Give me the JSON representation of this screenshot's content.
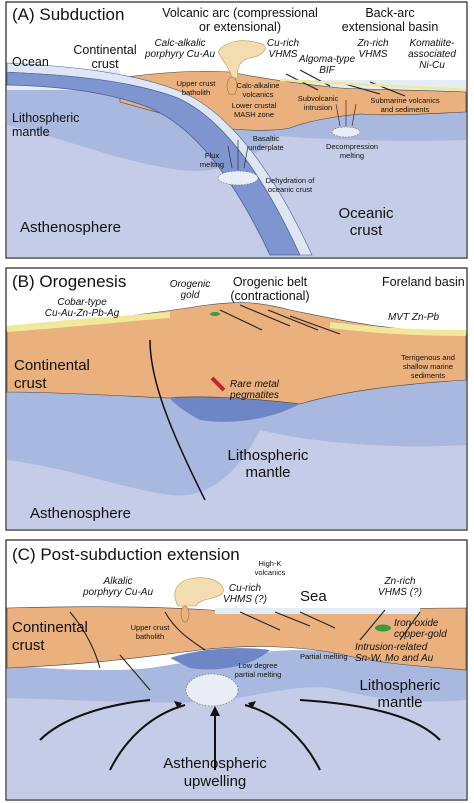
{
  "panel_a": {
    "title": "(A) Subduction",
    "volcanic_arc": [
      "Volcanic arc (compressional",
      "or extensional)"
    ],
    "back_arc": [
      "Back-arc",
      "extensional basin"
    ],
    "ocean": "Ocean",
    "continental_crust": [
      "Continental",
      "crust"
    ],
    "calc_alkalic": [
      "Calc-alkalic",
      "porphyry Cu-Au"
    ],
    "cu_rich_vhms": [
      "Cu-rich",
      "VHMS"
    ],
    "algoma": [
      "Algoma-type",
      "BIF"
    ],
    "zn_rich_vhms": [
      "Zn-rich",
      "VHMS"
    ],
    "komatiite": [
      "Komatiite-",
      "associated",
      "Ni-Cu"
    ],
    "upper_crust_batholith": [
      "Upper crust",
      "batholith"
    ],
    "calc_alkaline_volcanics": [
      "Calc-alkaline",
      "volcanics"
    ],
    "subvolcanic_intrusion": [
      "Subvolcanic",
      "intrusion"
    ],
    "submarine_volcanics": [
      "Submarine volcanics",
      "and sediments"
    ],
    "lower_crustal_mash": [
      "Lower crustal",
      "MASH zone"
    ],
    "lithospheric_mantle": [
      "Lithospheric",
      "mantle"
    ],
    "basaltic_underplate": [
      "Basaltic",
      "underplate"
    ],
    "decompression_melting": [
      "Decompression",
      "melting"
    ],
    "flux_melting": [
      "Flux",
      "melting"
    ],
    "dehydration": [
      "Dehydration of",
      "oceanic crust"
    ],
    "asthenosphere": "Asthenosphere",
    "oceanic_crust": [
      "Oceanic",
      "crust"
    ]
  },
  "panel_b": {
    "title": "(B) Orogenesis",
    "orogenic_gold": [
      "Orogenic",
      "gold"
    ],
    "orogenic_belt": [
      "Orogenic belt",
      "(contractional)"
    ],
    "foreland_basin": "Foreland basin",
    "cobar": [
      "Cobar-type",
      "Cu-Au-Zn-Pb-Ag"
    ],
    "mvt": "MVT Zn-Pb",
    "continental_crust": [
      "Continental",
      "crust"
    ],
    "terrigenous": [
      "Terrigenous and",
      "shallow marine",
      "sediments"
    ],
    "rare_metal": [
      "Rare metal",
      "pegmatites"
    ],
    "lithospheric_mantle": [
      "Lithospheric",
      "mantle"
    ],
    "asthenosphere": "Asthenosphere"
  },
  "panel_c": {
    "title": "(C) Post-subduction extension",
    "high_k": [
      "High-K",
      "volcanics"
    ],
    "alkalic": [
      "Alkalic",
      "porphyry Cu-Au"
    ],
    "cu_rich_vhms": [
      "Cu-rich",
      "VHMS (?)"
    ],
    "sea": "Sea",
    "zn_rich_vhms": [
      "Zn-rich",
      "VHMS (?)"
    ],
    "iocg": [
      "Iron-oxide",
      "copper-gold"
    ],
    "continental_crust": [
      "Continental",
      "crust"
    ],
    "upper_crust_batholith": [
      "Upper crust",
      "batholith"
    ],
    "intrusion_related": [
      "Intrusion-related",
      "Sn-W, Mo and Au"
    ],
    "partial_melting": "Partial melting",
    "low_degree": [
      "Low degree",
      "partial melting"
    ],
    "lithospheric_mantle": [
      "Lithospheric",
      "mantle"
    ],
    "asthenospheric_upwelling": [
      "Asthenospheric",
      "upwelling"
    ]
  },
  "colors": {
    "crust": "#eab07d",
    "lith_mantle": "#a9b8de",
    "asthenosphere": "#c5cce7",
    "slab": "#7f95cf",
    "ocean": "#e4ecf5",
    "sediment": "#f1e89c",
    "volcanic": "#f3dcb0",
    "magma": "#e8b47a",
    "pegmatite": "#c0262c",
    "iocg": "#3c9a3c"
  }
}
